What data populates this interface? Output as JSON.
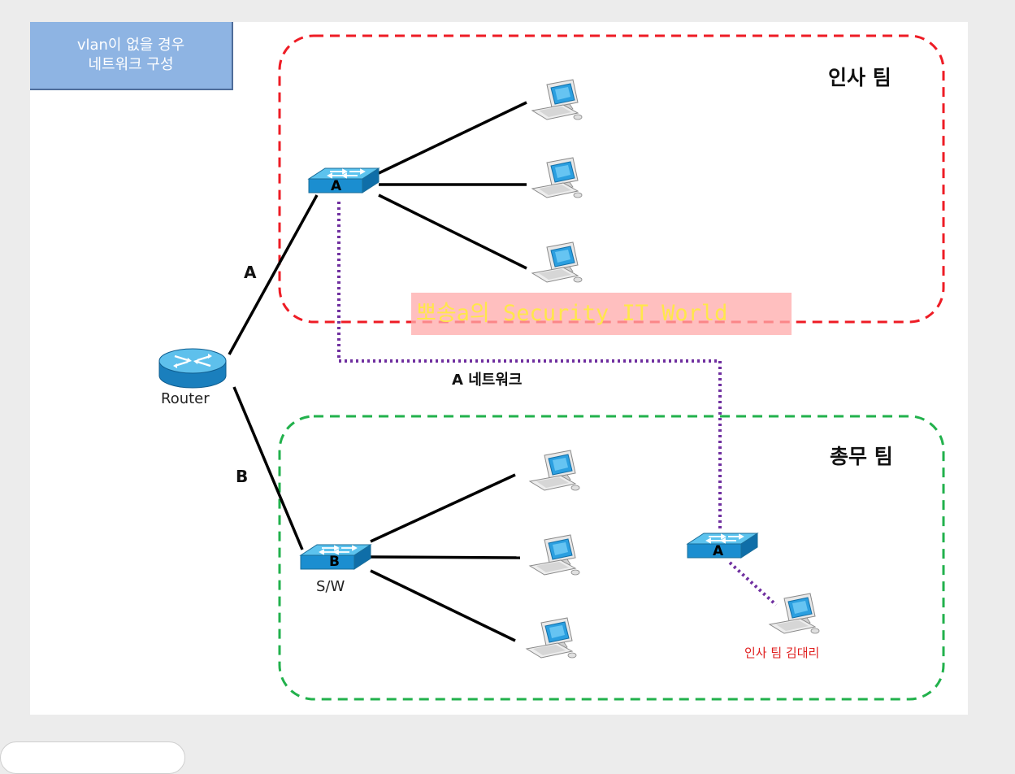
{
  "title_box": {
    "line1": "vlan이 없을 경우",
    "line2": "네트워크 구성"
  },
  "groups": {
    "hr_team": {
      "label": "인사 팀",
      "color": "#ee1c25"
    },
    "general_team": {
      "label": "총무 팀",
      "color": "#22b14c"
    }
  },
  "links": {
    "router_a": "A",
    "router_b": "B"
  },
  "switches": {
    "hr": "A",
    "general": "B",
    "remote": "A"
  },
  "labels": {
    "router": "Router",
    "switch_b": "S/W",
    "a_network": "A 네트워크",
    "remote_user": "인사 팀 김대리"
  },
  "watermark": "뽀송a의 Security IT World",
  "colors": {
    "vlan_link": "#7030a0",
    "device_blue": "#1a8fd1"
  },
  "icons": [
    "router-icon",
    "switch-icon",
    "computer-icon"
  ]
}
